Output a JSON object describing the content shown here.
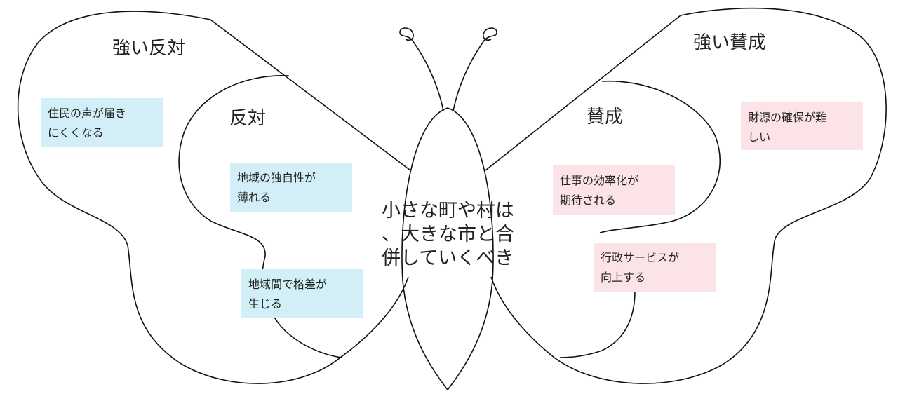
{
  "diagram": {
    "center_text": [
      "小さな町や村は",
      "、大きな市と合",
      "併していくべき"
    ],
    "labels": {
      "strong_oppose": "強い反対",
      "oppose": "反対",
      "support": "賛成",
      "strong_support": "強い賛成"
    },
    "notes": [
      {
        "id": "note-residents",
        "side": "oppose",
        "lines": [
          "住民の声が届き",
          "にくくなる"
        ],
        "color": "#d2eef7"
      },
      {
        "id": "note-identity",
        "side": "oppose",
        "lines": [
          "地域の独自性が",
          "薄れる"
        ],
        "color": "#d2eef7"
      },
      {
        "id": "note-disparity",
        "side": "oppose",
        "lines": [
          "地域間で格差が",
          "生じる"
        ],
        "color": "#d2eef7"
      },
      {
        "id": "note-efficiency",
        "side": "support",
        "lines": [
          "仕事の効率化が",
          "期待される"
        ],
        "color": "#fbe3e8"
      },
      {
        "id": "note-services",
        "side": "support",
        "lines": [
          "行政サービスが",
          "向上する"
        ],
        "color": "#fbe3e8"
      },
      {
        "id": "note-funding",
        "side": "support",
        "lines": [
          "財源の確保が難",
          "しい"
        ],
        "color": "#fbe3e8"
      }
    ]
  }
}
